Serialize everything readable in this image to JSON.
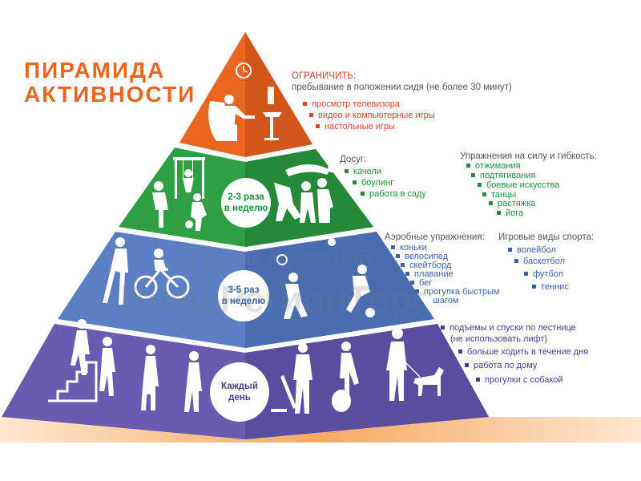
{
  "title": {
    "line1": "ПИРАМИДА",
    "line2": "АКТИВНОСТИ"
  },
  "colors": {
    "orange": "#e8661e",
    "green": "#2ea043",
    "blue": "#5a7fc4",
    "purple": "#6a5bb0",
    "bottom_bar": "#f5a962"
  },
  "tiers": {
    "limit": {
      "heading": "ОГРАНИЧИТЬ:",
      "subheading": "пребывание в положении сидя (не более 30 минут)",
      "items": [
        "просмотр телевизора",
        "видео и компьютерные игры",
        "настольные игры"
      ]
    },
    "weekly_2_3": {
      "badge": [
        "2-3 раза",
        "в неделю"
      ],
      "leisure": {
        "heading": "Досуг:",
        "items": [
          "качели",
          "боулинг",
          "работа в саду"
        ]
      },
      "strength": {
        "heading": "Упражнения на силу и гибкость:",
        "items": [
          "отжимания",
          "подтягивания",
          "боевые искусства",
          "танцы",
          "растяжка",
          "йога"
        ]
      }
    },
    "weekly_3_5": {
      "badge": [
        "3-5 раз",
        "в неделю"
      ],
      "aerobic": {
        "heading": "Аэробные упражнения:",
        "items": [
          "коньки",
          "велосипед",
          "скейтборд",
          "плавание",
          "бег",
          "прогулка быстрым",
          "шагом"
        ]
      },
      "games": {
        "heading": "Игровые виды спорта:",
        "items": [
          "волейбол",
          "баскетбол",
          "футбол",
          "теннис"
        ]
      }
    },
    "daily": {
      "badge": [
        "Каждый",
        "день"
      ],
      "items": [
        "подъемы и спуски по лестнице",
        "(не использовать лифт)",
        "больше ходить в течение дня",
        "работа по дому",
        "прогулки с собакой"
      ]
    }
  },
  "watermark": {
    "line1": "Группа Компаний",
    "line2": "ВнешРегионТорг"
  }
}
